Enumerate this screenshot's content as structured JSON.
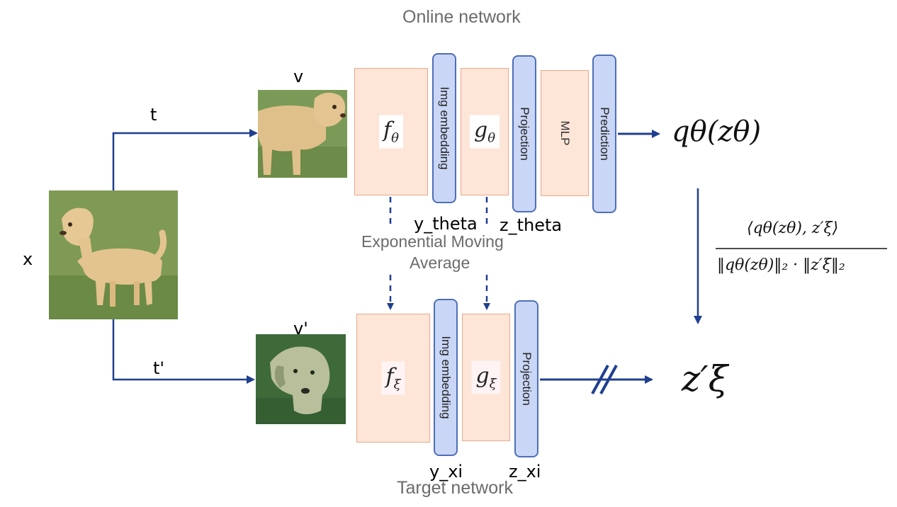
{
  "labels": {
    "online_network": "Online network",
    "target_network": "Target network",
    "ema_line1": "Exponential Moving",
    "ema_line2": "Average",
    "x": "x",
    "t": "t",
    "t_prime": "t'",
    "v": "v",
    "v_prime": "v'",
    "y_theta": "y_theta",
    "z_theta": "z_theta",
    "y_xi": "y_xi",
    "z_xi": "z_xi"
  },
  "online_blocks": {
    "f": {
      "base": "f",
      "sub": "θ"
    },
    "img_embedding": "Img embedding",
    "g": {
      "base": "g",
      "sub": "θ"
    },
    "projection": "Projection",
    "mlp": "MLP",
    "prediction": "Prediction"
  },
  "target_blocks": {
    "f": {
      "base": "f",
      "sub": "ξ"
    },
    "img_embedding": "Img embedding",
    "g": {
      "base": "g",
      "sub": "ξ"
    },
    "projection": "Projection"
  },
  "math": {
    "q_output": "qθ(zθ)",
    "z_target": "z′ξ",
    "similarity_numerator": "⟨qθ(zθ), z′ξ⟩",
    "similarity_denominator": "‖qθ(zθ)‖₂ · ‖z′ξ‖₂"
  },
  "colors": {
    "arrow": "#1f3f8f",
    "block_orange_fill": "#fde6d8",
    "block_orange_border": "#e8a88a",
    "block_blue_fill": "#c9d6f5",
    "block_blue_border": "#4d6fb8",
    "caption_gray": "#6b6b6b"
  },
  "images": {
    "x": "dog-photo",
    "v": "dog-photo-augmented",
    "v_prime": "dog-photo-augmented-dark"
  }
}
